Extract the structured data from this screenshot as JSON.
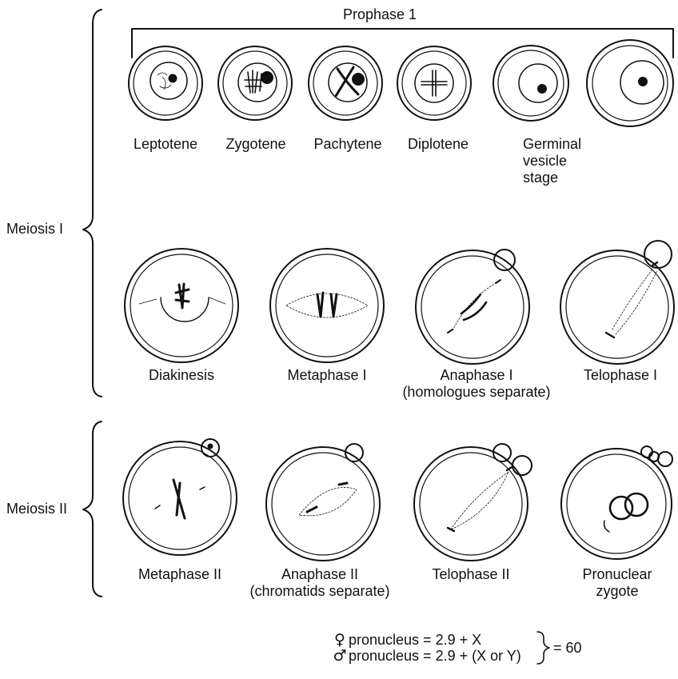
{
  "groups": {
    "prophase_label": "Prophase 1",
    "meiosis1_label": "Meiosis I",
    "meiosis2_label": "Meiosis II"
  },
  "stages": {
    "leptotene": "Leptotene",
    "zygotene": "Zygotene",
    "pachytene": "Pachytene",
    "diplotene": "Diplotene",
    "germinal": [
      "Germinal",
      "vesicle",
      "stage"
    ],
    "diakinesis": "Diakinesis",
    "metaphase1": "Metaphase I",
    "anaphase1": [
      "Anaphase I",
      "(homologues separate)"
    ],
    "telophase1": "Telophase I",
    "metaphase2": "Metaphase II",
    "anaphase2": [
      "Anaphase II",
      "(chromatids separate)"
    ],
    "telophase2": "Telophase II",
    "pronuclear": [
      "Pronuclear",
      "zygote"
    ]
  },
  "formula": {
    "female_symbol": "♀",
    "female_text": "pronucleus = 2.9 + X",
    "male_symbol": "♂",
    "male_text": "pronucleus = 2.9 + (X or Y)",
    "total": "= 60"
  },
  "icons": {
    "female": "female-symbol-icon",
    "male": "male-symbol-icon"
  }
}
